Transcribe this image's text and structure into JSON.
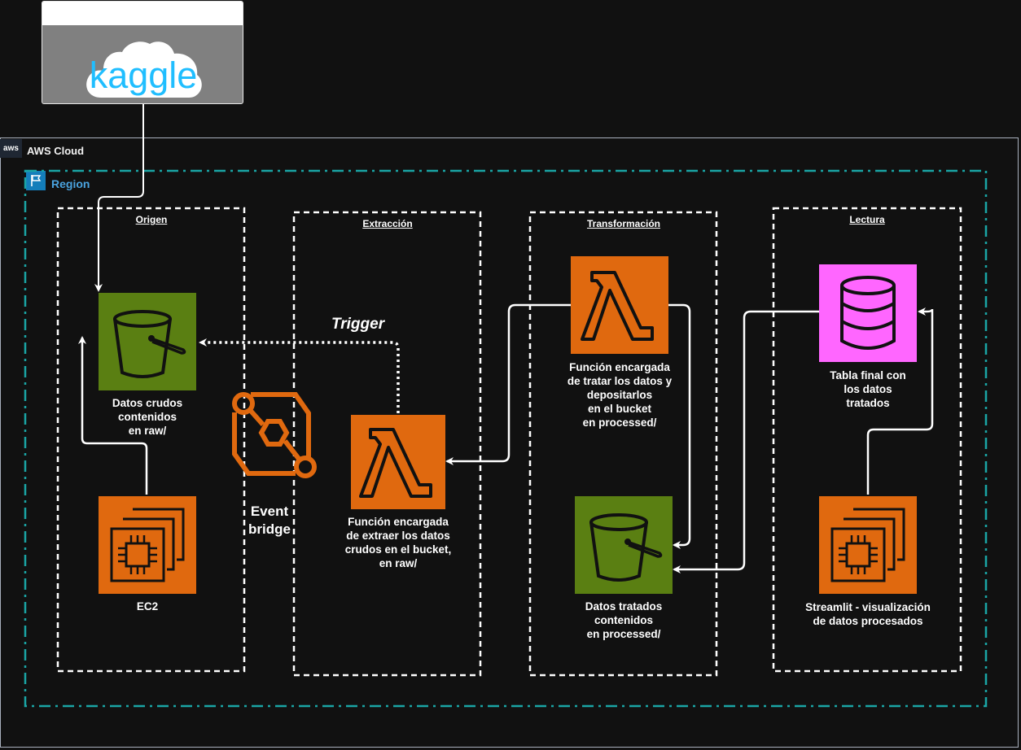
{
  "source": {
    "name": "kaggle",
    "logo_icon": "kaggle-cloud-icon",
    "logo_color": "#20beff"
  },
  "aws": {
    "cloud_label": "AWS Cloud",
    "badge_text": "aws",
    "region_label": "Region"
  },
  "groups": {
    "origen": "Origen",
    "extraccion": "Extracción",
    "transformacion": "Transformación",
    "lectura": "Lectura"
  },
  "nodes": {
    "raw_bucket": {
      "icon": "s3-bucket-icon",
      "label": "Datos crudos\ncontenidos\nen raw/"
    },
    "ec2": {
      "icon": "ec2-chip-icon",
      "label": "EC2"
    },
    "eventbridge": {
      "icon": "eventbridge-icon",
      "label": "Event\nbridge"
    },
    "extract_lambda": {
      "icon": "lambda-icon",
      "label": "Función encargada\nde extraer los datos\ncrudos en el bucket,\nen raw/"
    },
    "transform_lambda": {
      "icon": "lambda-icon",
      "label": "Función encargada\nde tratar los datos y\ndepositarlos\nen el bucket\nen processed/"
    },
    "processed_bucket": {
      "icon": "s3-bucket-icon",
      "label": "Datos tratados\ncontenidos\nen processed/"
    },
    "final_table": {
      "icon": "database-icon",
      "label": "Tabla final con\nlos datos\ntratados"
    },
    "streamlit": {
      "icon": "ec2-chip-icon",
      "label": "Streamlit - visualización\nde datos procesados"
    }
  },
  "trigger_label": "Trigger",
  "colors": {
    "s3": "#5a7f12",
    "compute": "#e0690f",
    "database": "#ff66ff",
    "region_border": "#1aa5a5",
    "cloud_border": "#a9b0bd",
    "background": "#111111"
  }
}
